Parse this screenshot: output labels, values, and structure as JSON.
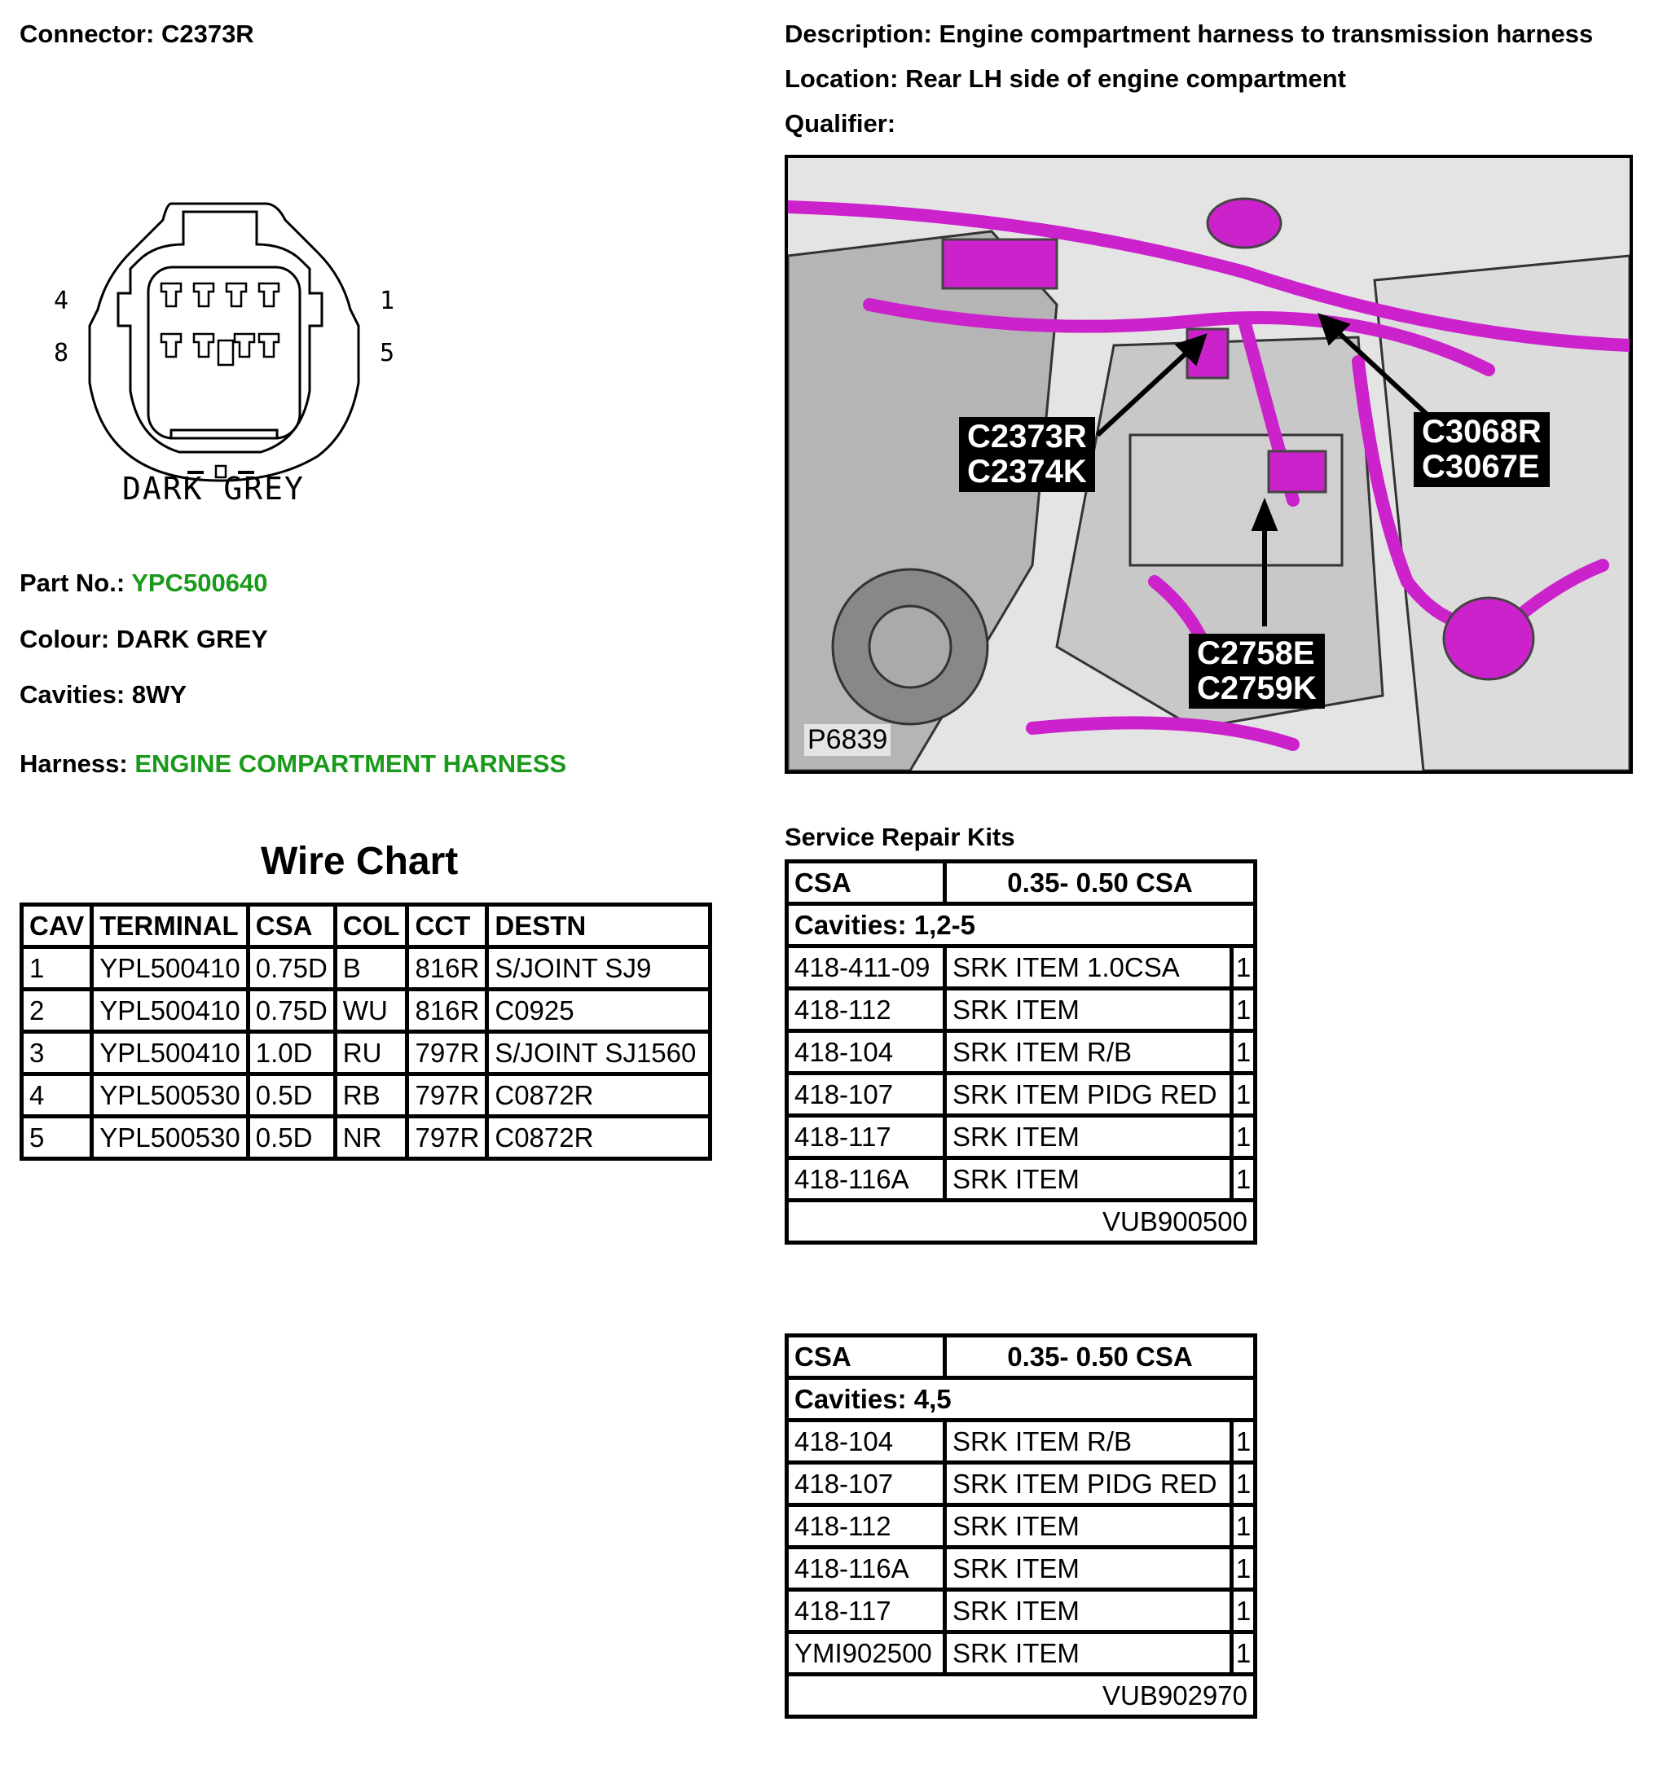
{
  "header": {
    "connector_label": "Connector:",
    "connector_value": "C2373R",
    "description_label": "Description:",
    "description_value": "Engine compartment harness to transmission harness",
    "location_label": "Location:",
    "location_value": "Rear LH side of engine compartment",
    "qualifier_label": "Qualifier:"
  },
  "connector_diagram": {
    "pin_left_top": "4",
    "pin_left_bottom": "8",
    "pin_right_top": "1",
    "pin_right_bottom": "5",
    "color_label": "DARK GREY"
  },
  "info": {
    "part_label": "Part No.:",
    "part_value": "YPC500640",
    "colour_label": "Colour:",
    "colour_value": "DARK GREY",
    "cavities_label": "Cavities:",
    "cavities_value": "8WY",
    "harness_label": "Harness:",
    "harness_value": "ENGINE COMPARTMENT HARNESS",
    "green_color": "#1a9a1a"
  },
  "wire_chart": {
    "title": "Wire Chart",
    "headers": [
      "CAV",
      "TERMINAL",
      "CSA",
      "COL",
      "CCT",
      "DESTN"
    ],
    "rows": [
      [
        "1",
        "YPL500410",
        "0.75D",
        "B",
        "816R",
        "S/JOINT SJ9"
      ],
      [
        "2",
        "YPL500410",
        "0.75D",
        "WU",
        "816R",
        "C0925"
      ],
      [
        "3",
        "YPL500410",
        "1.0D",
        "RU",
        "797R",
        "S/JOINT SJ1560"
      ],
      [
        "4",
        "YPL500530",
        "0.5D",
        "RB",
        "797R",
        "C0872R"
      ],
      [
        "5",
        "YPL500530",
        "0.5D",
        "NR",
        "797R",
        "C0872R"
      ]
    ]
  },
  "photo": {
    "reference": "P6839",
    "callouts": [
      {
        "line1": "C2373R",
        "line2": "C2374K"
      },
      {
        "line1": "C3068R",
        "line2": "C3067E"
      },
      {
        "line1": "C2758E",
        "line2": "C2759K"
      }
    ],
    "highlight_color": "#cc22cc"
  },
  "service_kits": {
    "title": "Service Repair Kits",
    "kits": [
      {
        "csa_label": "CSA",
        "csa_value": "0.35- 0.50 CSA",
        "cavities": "Cavities: 1,2-5",
        "items": [
          {
            "code": "418-411-09",
            "desc": "SRK ITEM 1.0CSA",
            "qty": "1"
          },
          {
            "code": "418-112",
            "desc": "SRK ITEM",
            "qty": "1"
          },
          {
            "code": "418-104",
            "desc": "SRK ITEM R/B",
            "qty": "1"
          },
          {
            "code": "418-107",
            "desc": "SRK ITEM PIDG RED",
            "qty": "1"
          },
          {
            "code": "418-117",
            "desc": "SRK ITEM",
            "qty": "1"
          },
          {
            "code": "418-116A",
            "desc": "SRK ITEM",
            "qty": "1"
          }
        ],
        "kit_number": "VUB900500"
      },
      {
        "csa_label": "CSA",
        "csa_value": "0.35- 0.50 CSA",
        "cavities": "Cavities: 4,5",
        "items": [
          {
            "code": "418-104",
            "desc": "SRK ITEM R/B",
            "qty": "1"
          },
          {
            "code": "418-107",
            "desc": "SRK ITEM PIDG RED",
            "qty": "1"
          },
          {
            "code": "418-112",
            "desc": "SRK ITEM",
            "qty": "1"
          },
          {
            "code": "418-116A",
            "desc": "SRK ITEM",
            "qty": "1"
          },
          {
            "code": "418-117",
            "desc": "SRK ITEM",
            "qty": "1"
          },
          {
            "code": "YMI902500",
            "desc": "SRK ITEM",
            "qty": "1"
          }
        ],
        "kit_number": "VUB902970"
      }
    ]
  }
}
